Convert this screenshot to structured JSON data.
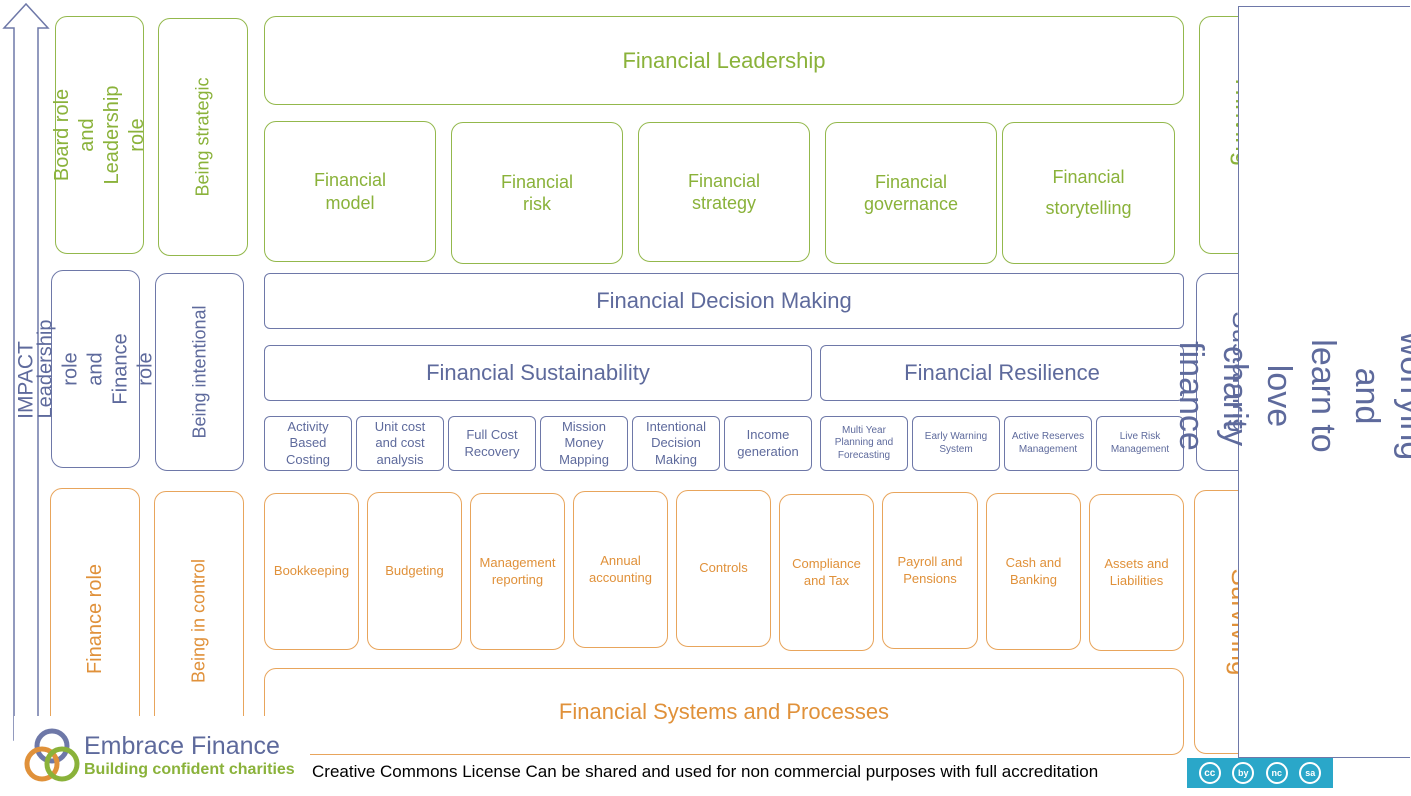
{
  "impact_label": "IMPACT",
  "side_title": "How to stop worrying and learn to love\ncharity finance",
  "rows": {
    "top": {
      "role": "Board role\nand\nLeadership role",
      "mode": "Being strategic",
      "stage": "Thriving",
      "header": "Financial Leadership",
      "items": [
        "Financial\nmodel",
        "Financial\nrisk",
        "Financial\nstrategy",
        "Financial\ngovernance",
        "Financial\nstorytelling"
      ]
    },
    "middle": {
      "role": "Leadership role\nand\nFinance role",
      "mode": "Being intentional",
      "stage": "Sustaining",
      "header": "Financial Decision Making",
      "left_header": "Financial Sustainability",
      "right_header": "Financial Resilience",
      "left_items": [
        "Activity\nBased\nCosting",
        "Unit cost\nand cost\nanalysis",
        "Full Cost\nRecovery",
        "Mission\nMoney\nMapping",
        "Intentional\nDecision\nMaking",
        "Income\ngeneration"
      ],
      "right_items": [
        "Multi Year\nPlanning and\nForecasting",
        "Early Warning\nSystem",
        "Active Reserves\nManagement",
        "Live Risk\nManagement"
      ]
    },
    "bottom": {
      "role": "Finance role",
      "mode": "Being in control",
      "stage": "Surviving",
      "header": "Financial Systems and Processes",
      "items": [
        "Bookkeeping",
        "Budgeting",
        "Management\nreporting",
        "Annual\naccounting",
        "Controls",
        "Compliance\nand Tax",
        "Payroll and\nPensions",
        "Cash and\nBanking",
        "Assets and\nLiabilities"
      ]
    }
  },
  "logo": {
    "name": "Embrace Finance",
    "tagline": "Building confident charities"
  },
  "license_text": "Creative Commons License  Can be shared and used for non commercial purposes with full accreditation",
  "license_badge": [
    "cc",
    "by",
    "nc",
    "sa"
  ],
  "colors": {
    "green": "#8ab23a",
    "blue": "#5e6a9c",
    "orange": "#e0913a",
    "cc_badge": "#2aa7c9"
  }
}
